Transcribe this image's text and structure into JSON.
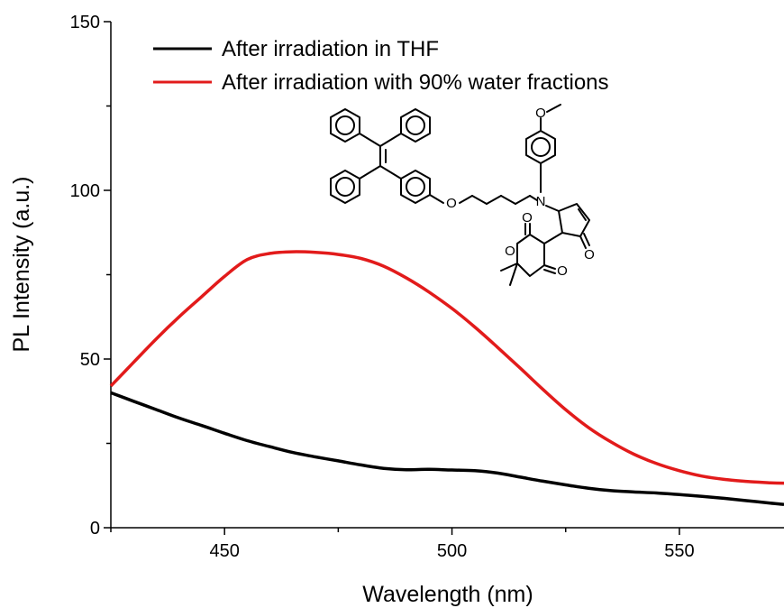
{
  "chart_data": {
    "type": "line",
    "title": "",
    "xlabel": "Wavelength (nm)",
    "ylabel": "PL Intensity (a.u.)",
    "xlim": [
      425,
      573
    ],
    "ylim": [
      0,
      150
    ],
    "x_ticks": [
      450,
      500,
      550
    ],
    "y_ticks": [
      0,
      50,
      100,
      150
    ],
    "grid": false,
    "legend_position": "top-left",
    "series": [
      {
        "name": "After irradiation in THF",
        "color": "#000000",
        "x": [
          425,
          430,
          435,
          440,
          445,
          450,
          455,
          460,
          465,
          470,
          475,
          480,
          485,
          490,
          495,
          500,
          505,
          510,
          515,
          520,
          525,
          530,
          535,
          540,
          545,
          550,
          555,
          560,
          565,
          570,
          573
        ],
        "y": [
          40,
          37.5,
          35,
          32.5,
          30.3,
          28,
          25.8,
          24,
          22.3,
          21,
          19.8,
          18.6,
          17.6,
          17.2,
          17.3,
          17.1,
          16.9,
          16.2,
          15,
          13.8,
          12.7,
          11.7,
          11,
          10.6,
          10.3,
          9.8,
          9.3,
          8.7,
          8,
          7.3,
          6.9
        ]
      },
      {
        "name": "After irradiation with 90% water fractions",
        "color": "#e21b1b",
        "x": [
          425,
          430,
          435,
          440,
          445,
          450,
          455,
          460,
          465,
          470,
          475,
          480,
          485,
          490,
          495,
          500,
          505,
          510,
          515,
          520,
          525,
          530,
          535,
          540,
          545,
          550,
          555,
          560,
          565,
          570,
          573
        ],
        "y": [
          42,
          49,
          56,
          62.5,
          68.5,
          74.5,
          79.5,
          81.3,
          81.8,
          81.6,
          81,
          79.8,
          77.5,
          74,
          69.8,
          65,
          59.5,
          53.5,
          47.3,
          41,
          35,
          29.7,
          25.4,
          21.8,
          19,
          16.9,
          15.3,
          14.3,
          13.7,
          13.3,
          13.2
        ]
      }
    ]
  },
  "molecule": {
    "labels": [
      "O",
      "N",
      "O",
      "O",
      "O",
      "O",
      "O"
    ]
  }
}
